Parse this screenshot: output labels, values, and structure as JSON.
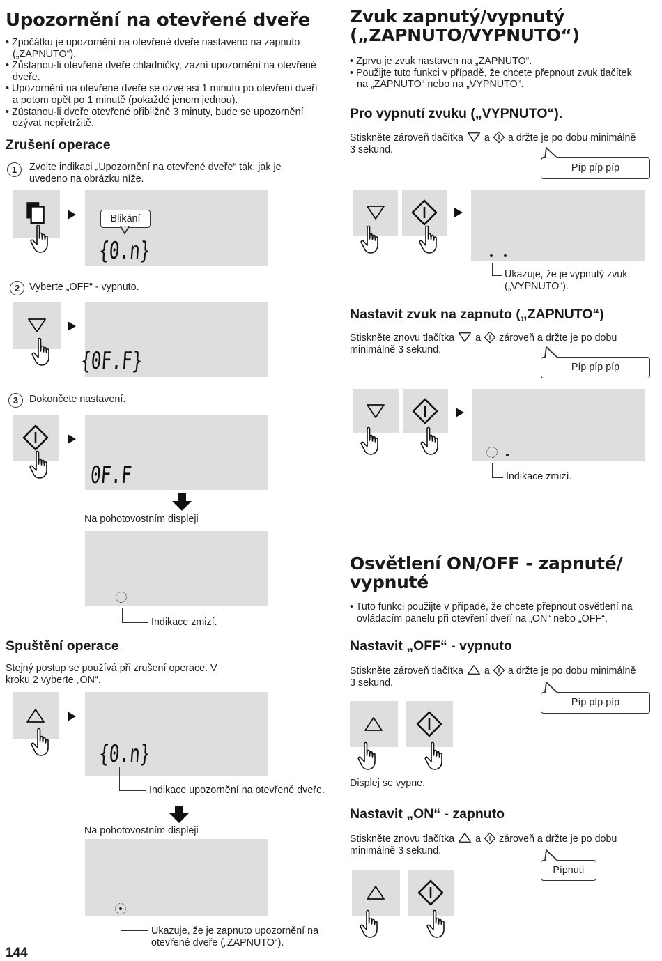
{
  "left": {
    "title": "Upozornění na otevřené dveře",
    "bullets": [
      "Zpočátku je upozornění na otevřené dveře nastaveno na zapnuto („ZAPNUTO“).",
      "Zůstanou-li otevřené dveře chladničky, zazní upozornění na otevřené dveře.",
      "Upozornění na otevřené dveře se ozve asi 1 minutu po otevření dveří a potom opět po 1 minutě (pokaždé jenom jednou).",
      "Zůstanou-li dveře otevřené přibližně 3 minuty, bude se upozornění ozývat nepřetržitě."
    ],
    "cancel_heading": "Zrušení operace",
    "step1_num": "1",
    "step1_text": "Zvolte indikaci „Upozornění na otevřené dveře“ tak, jak je uvedeno na obrázku níže.",
    "blink_label": "Blikání",
    "disp_on": "{0.n}",
    "step2_num": "2",
    "step2_text": "Vyberte „OFF“ - vypnuto.",
    "disp_off_blink": "{0F.F}",
    "step3_num": "3",
    "step3_text": "Dokončete nastavení.",
    "disp_off": "0F.F",
    "standby_label": "Na pohotovostním displeji",
    "indicator_gone": "Indikace zmizí.",
    "start_heading": "Spuštění operace",
    "start_text": "Stejný postup se používá při zrušení operace. V kroku 2 vyberte „ON“.",
    "disp_on2": "{0.n}",
    "on_indicator": "Indikace upozornění na otevřené dveře.",
    "standby_label2": "Na pohotovostním displeji",
    "on_shows": "Ukazuje, že je zapnuto upozornění na otevřené dveře („ZAPNUTO“).",
    "page_number": "144"
  },
  "right": {
    "sound_title": "Zvuk zapnutý/vypnutý („ZAPNUTO/VYPNUTO“)",
    "sound_bullets": [
      "Zprvu je zvuk nastaven na „ZAPNUTO“.",
      "Použijte tuto funkci v případě, že chcete přepnout zvuk tlačítek na „ZAPNUTO“ nebo na „VYPNUTO“."
    ],
    "off_heading": "Pro vypnutí zvuku („VYPNUTO“).",
    "off_text_a": "Stiskněte zároveň tlačítka",
    "off_text_b": "a",
    "off_text_c": "a držte je po dobu minimálně 3 sekund.",
    "beep3": "Píp píp píp",
    "sound_off_shows": "Ukazuje, že je vypnutý zvuk („VYPNUTO“).",
    "on_heading": "Nastavit zvuk na zapnuto („ZAPNUTO“)",
    "on_text_a": "Stiskněte znovu tlačítka",
    "on_text_b": "a",
    "on_text_c": "zároveň a držte je po dobu minimálně 3 sekund.",
    "beep3b": "Píp píp píp",
    "indicator_gone": "Indikace zmizí.",
    "light_title": "Osvětlení ON/OFF - zapnuté/ vypnuté",
    "light_bullets": [
      "Tuto funkci použijte v případě, že chcete přepnout osvětlení na ovládacím panelu při otevření dveří na „ON“ nebo „OFF“."
    ],
    "light_off_heading": "Nastavit „OFF“ - vypnuto",
    "light_off_text_a": "Stiskněte zároveň tlačítka",
    "light_off_text_b": "a",
    "light_off_text_c": "a držte je po dobu minimálně 3 sekund.",
    "beep3c": "Píp píp píp",
    "display_off": "Displej se vypne.",
    "light_on_heading": "Nastavit „ON“ - zapnuto",
    "light_on_text_a": "Stiskněte znovu tlačítka",
    "light_on_text_b": "a",
    "light_on_text_c": "zároveň a držte je po dobu minimálně 3 sekund.",
    "beep1": "Pípnutí"
  },
  "icons": [
    "copy-icon",
    "hand-icon",
    "down-triangle-icon",
    "up-triangle-icon",
    "power-diamond-icon",
    "right-arrow-icon",
    "down-arrow-icon"
  ]
}
